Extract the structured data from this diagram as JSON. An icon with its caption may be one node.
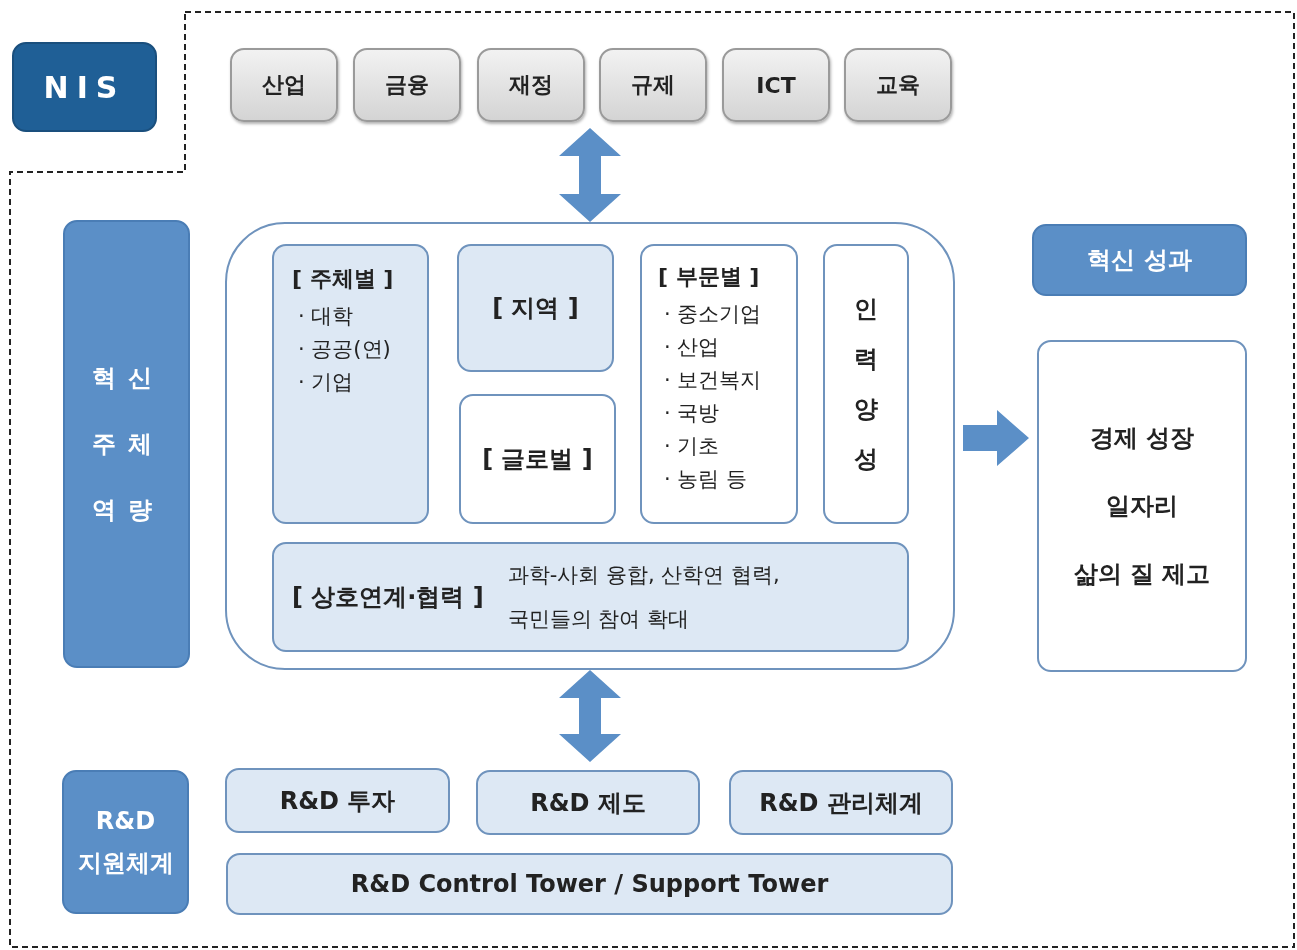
{
  "diagram": {
    "nodes": [
      {
        "text": [
          "NIS"
        ]
      },
      {
        "text": [
          "산업"
        ]
      },
      {
        "text": [
          "금융"
        ]
      },
      {
        "text": [
          "재정"
        ]
      },
      {
        "text": [
          "규제"
        ]
      },
      {
        "text": [
          "ICT"
        ]
      },
      {
        "text": [
          "교육"
        ]
      },
      {
        "text": [
          "혁신 주체 역량"
        ]
      },
      {
        "text": [],
        "shape": "box"
      },
      {
        "text": [
          "[ 주체별 ]",
          "· 대학",
          "· 공공(연)",
          "· 기업"
        ],
        "in": 8
      },
      {
        "text": [
          "[ 지역 ]"
        ],
        "in": 8
      },
      {
        "text": [
          "[ 글로벌 ]"
        ],
        "in": 8
      },
      {
        "text": [
          "[ 부문별 ]",
          "· 중소기업",
          "· 산업",
          "· 보건복지",
          "· 국방",
          "· 기초",
          "· 농림 등"
        ],
        "in": 8
      },
      {
        "text": [
          "인력양성"
        ],
        "in": 8
      },
      {
        "text": [
          "[ 상호연계·협력 ]",
          "과학-사회 융합, 산학연 협력, 국민들의 참여 확대"
        ],
        "in": 8
      },
      {
        "text": [
          "혁신 성과"
        ]
      },
      {
        "text": [
          "경제 성장",
          "일자리",
          "삶의 질 제고"
        ]
      },
      {
        "text": [
          "R&D 지원체계"
        ]
      },
      {
        "text": [
          "R&D 투자"
        ]
      },
      {
        "text": [
          "R&D 제도"
        ]
      },
      {
        "text": [
          "R&D 관리체계"
        ]
      },
      {
        "text": [
          "R&D Control Tower / Support Tower"
        ]
      }
    ],
    "edges": [
      {
        "from": 8,
        "to": null,
        "arrow": "both"
      },
      {
        "from": 8,
        "to": 16,
        "arrow": "to"
      },
      {
        "from": 8,
        "to": null,
        "arrow": "both"
      }
    ]
  }
}
